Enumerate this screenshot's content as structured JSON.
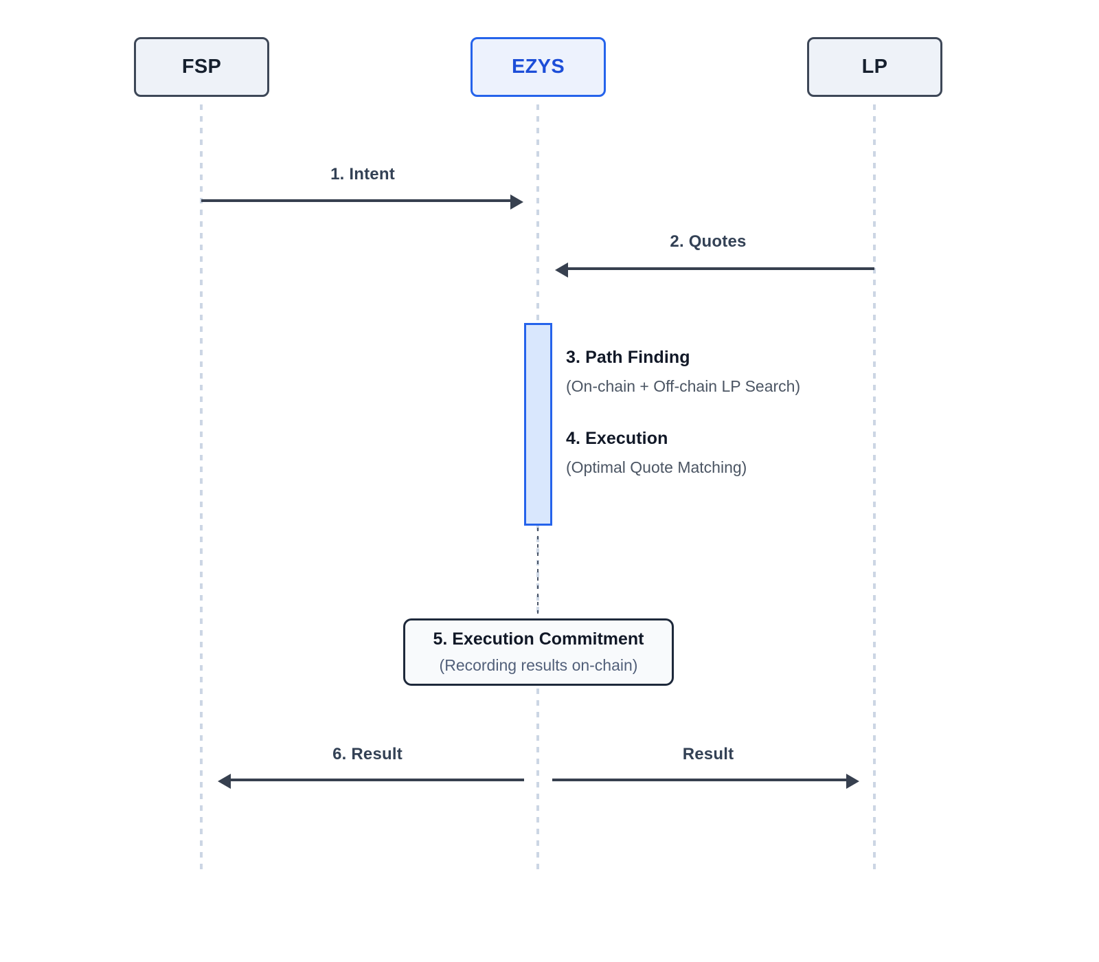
{
  "diagram": {
    "type": "sequence-diagram",
    "background_color": "#ffffff",
    "accent_color": "#2563eb",
    "line_color": "#37404f",
    "lifeline_color": "#ccd6e4"
  },
  "participants": [
    {
      "id": "fsp",
      "label": "FSP",
      "highlighted": false
    },
    {
      "id": "ezys",
      "label": "EZYS",
      "highlighted": true
    },
    {
      "id": "lp",
      "label": "LP",
      "highlighted": false
    }
  ],
  "messages": [
    {
      "id": "intent",
      "label": "1. Intent",
      "from": "fsp",
      "to": "ezys",
      "direction": "right"
    },
    {
      "id": "quotes",
      "label": "2. Quotes",
      "from": "lp",
      "to": "ezys",
      "direction": "left"
    },
    {
      "id": "result_fsp",
      "label": "6. Result",
      "from": "ezys",
      "to": "fsp",
      "direction": "left"
    },
    {
      "id": "result_lp",
      "label": "Result",
      "from": "ezys",
      "to": "lp",
      "direction": "right"
    }
  ],
  "activation_steps": [
    {
      "id": "path_finding",
      "title": "3. Path Finding",
      "subtitle": "(On-chain + Off-chain LP Search)"
    },
    {
      "id": "execution",
      "title": "4. Execution",
      "subtitle": "(Optimal Quote Matching)"
    }
  ],
  "note": {
    "id": "execution_commitment",
    "title": "5. Execution Commitment",
    "subtitle": "(Recording results on-chain)"
  }
}
